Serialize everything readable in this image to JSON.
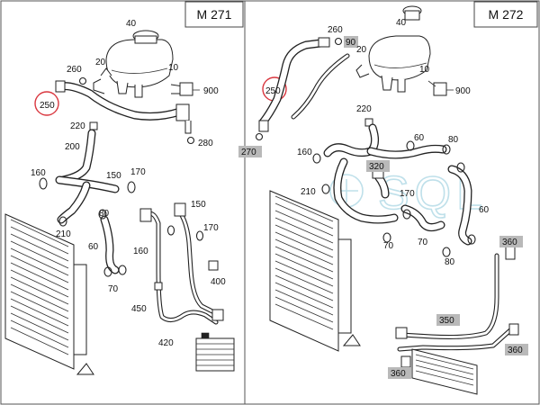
{
  "panels": [
    {
      "id": "left",
      "title": "M 271"
    },
    {
      "id": "right",
      "title": "M 272"
    }
  ],
  "left_labels": [
    "40",
    "20",
    "260",
    "10",
    "900",
    "250",
    "220",
    "280",
    "200",
    "160",
    "150",
    "170",
    "210",
    "80",
    "60",
    "150",
    "170",
    "160",
    "70",
    "400",
    "450",
    "420"
  ],
  "right_labels": [
    "260",
    "90",
    "40",
    "20",
    "10",
    "900",
    "250",
    "220",
    "270",
    "160",
    "60",
    "80",
    "320",
    "210",
    "170",
    "60",
    "70",
    "70",
    "80",
    "360",
    "350",
    "360",
    "360"
  ],
  "right_label_highlight_color": "#b9b9b9",
  "watermark": "SQL",
  "watermark_color": "#bfe0ea",
  "callout_color": "#d9363e",
  "callout_target_label": "250"
}
